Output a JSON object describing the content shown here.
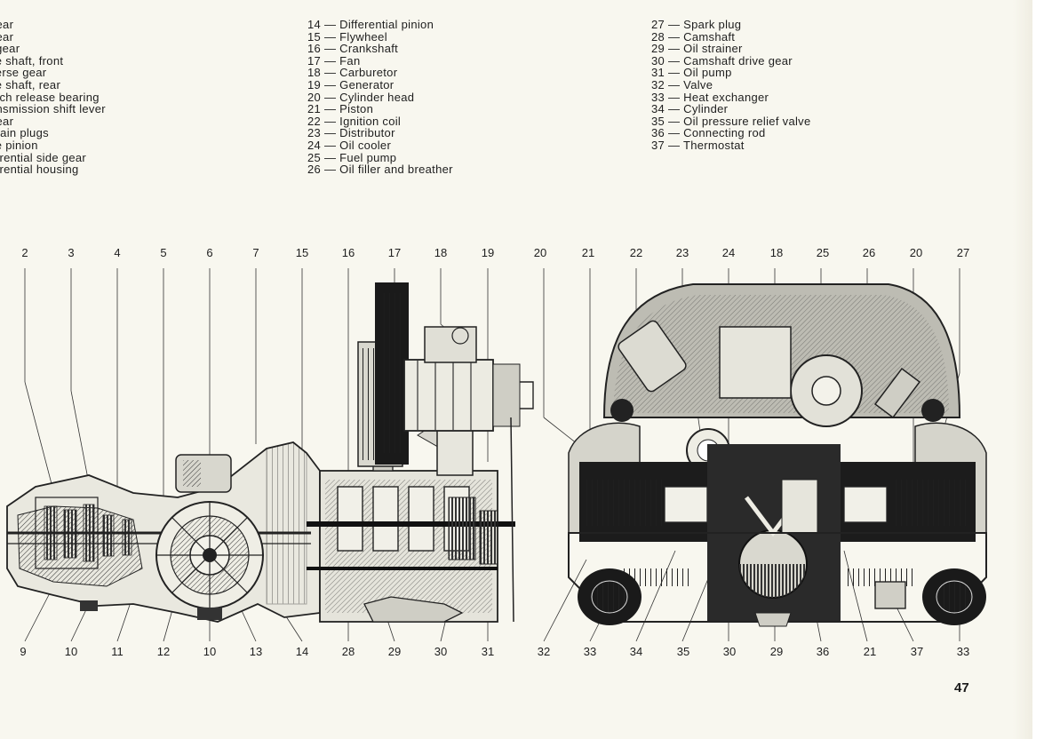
{
  "legend": {
    "col1": [
      "gear",
      "gear",
      "l gear",
      "ve shaft, front",
      "verse gear",
      "ve shaft, rear",
      "utch release bearing",
      "ansmission shift lever",
      "gear",
      "drain plugs",
      "ve pinion",
      "ferential side gear",
      "ferential housing"
    ],
    "col2": [
      "14 — Differential pinion",
      "15 — Flywheel",
      "16 — Crankshaft",
      "17 — Fan",
      "18 — Carburetor",
      "19 — Generator",
      "20 — Cylinder head",
      "21 — Piston",
      "22 — Ignition coil",
      "23 — Distributor",
      "24 — Oil cooler",
      "25 — Fuel pump",
      "26 — Oil filler and breather"
    ],
    "col3": [
      "27 — Spark plug",
      "28 — Camshaft",
      "29 — Oil strainer",
      "30 — Camshaft drive gear",
      "31 — Oil pump",
      "32 — Valve",
      "33 — Heat exchanger",
      "34 — Cylinder",
      "35 — Oil pressure relief valve",
      "36 — Connecting rod",
      "37 — Thermostat"
    ]
  },
  "callouts": {
    "side_top": [
      "2",
      "3",
      "4",
      "5",
      "6",
      "7",
      "15",
      "16",
      "17",
      "18",
      "19"
    ],
    "side_bottom": [
      "9",
      "10",
      "11",
      "12",
      "10",
      "13",
      "14",
      "28",
      "29",
      "30",
      "31"
    ],
    "front_top": [
      "20",
      "21",
      "22",
      "23",
      "24",
      "18",
      "25",
      "26",
      "20",
      "27"
    ],
    "front_bottom": [
      "32",
      "33",
      "34",
      "35",
      "30",
      "29",
      "36",
      "21",
      "37",
      "33"
    ]
  },
  "page_number": "47",
  "colors": {
    "paper": "#f8f7ef",
    "ink": "#1e1e1e",
    "shading": "#5a5a5a"
  }
}
